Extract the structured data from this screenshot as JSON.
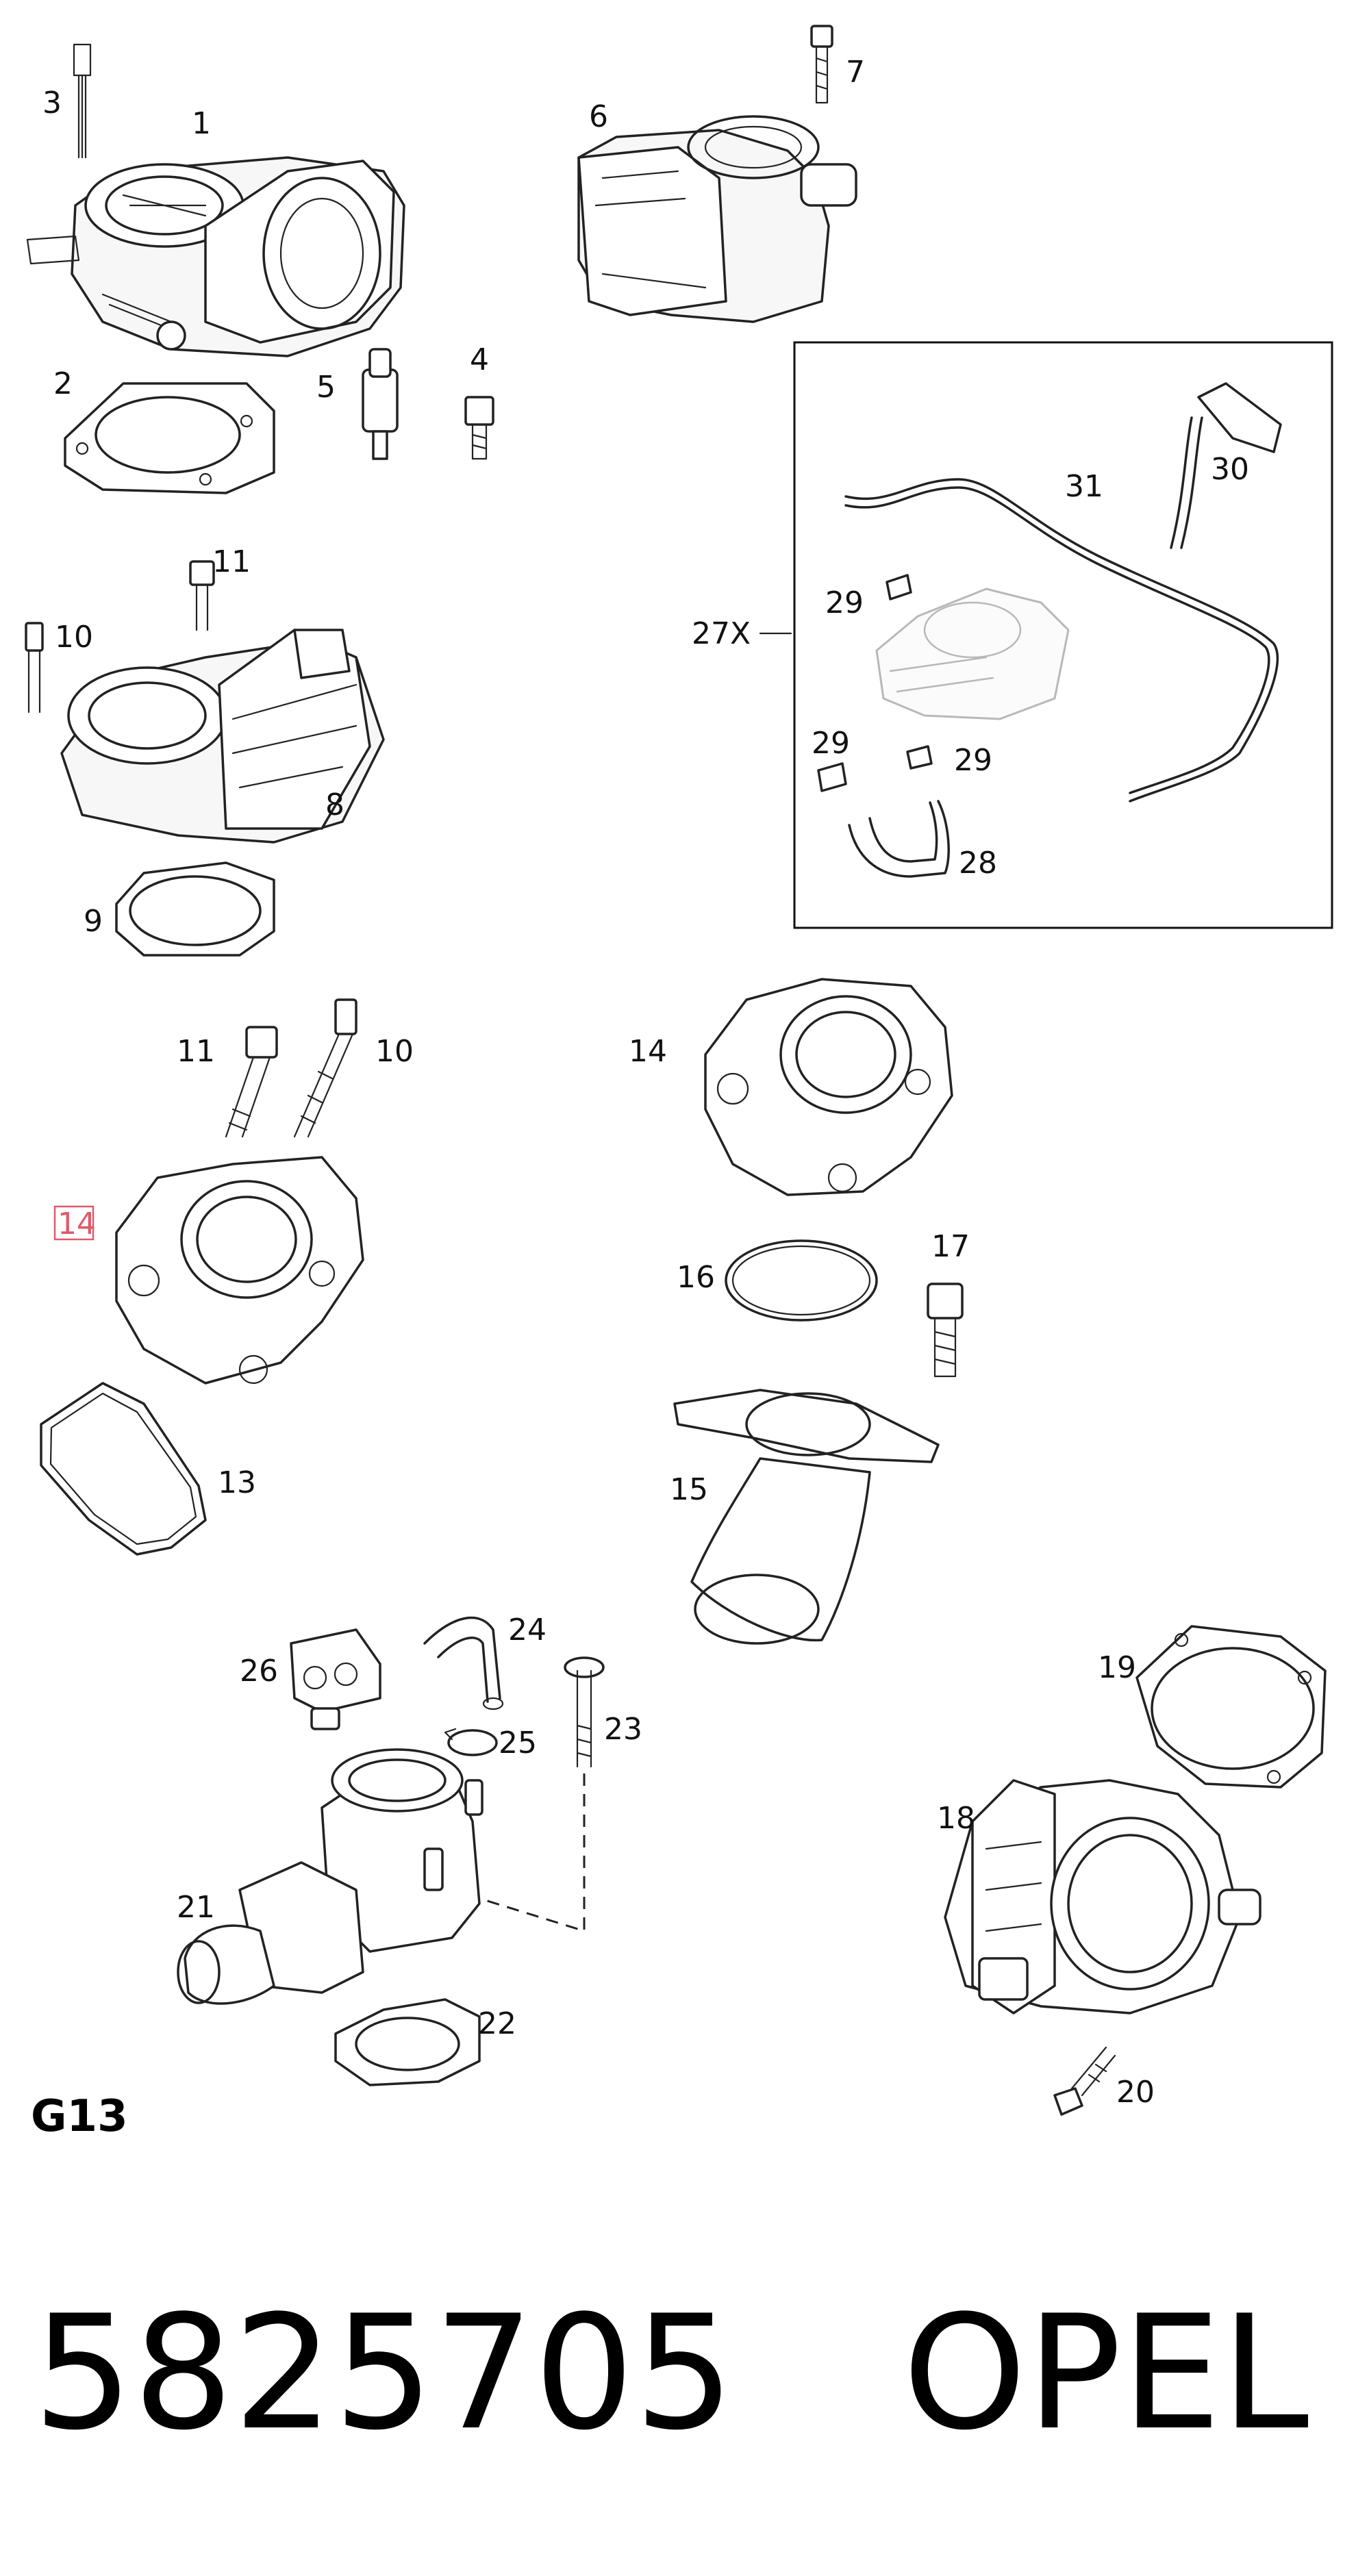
{
  "diagram": {
    "callouts": {
      "c1": "1",
      "c2": "2",
      "c3": "3",
      "c4": "4",
      "c5": "5",
      "c6": "6",
      "c7": "7",
      "c8": "8",
      "c9": "9",
      "c10a": "10",
      "c11a": "11",
      "c10b": "10",
      "c11b": "11",
      "c13": "13",
      "c14a": "14",
      "c14b": "14",
      "c15": "15",
      "c16": "16",
      "c17": "17",
      "c18": "18",
      "c19": "19",
      "c20": "20",
      "c21": "21",
      "c22": "22",
      "c23": "23",
      "c24": "24",
      "c25": "25",
      "c26": "26",
      "c27x": "27X",
      "c28": "28",
      "c29a": "29",
      "c29b": "29",
      "c29c": "29",
      "c30": "30",
      "c31": "31"
    },
    "highlighted_callout": "14",
    "section_code": "G13"
  },
  "footer": {
    "part_number": "5825705",
    "brand": "OPEL"
  },
  "colors": {
    "line": "#222222",
    "highlight": "#e05a6a",
    "ghost_part": "#b8b8b8"
  }
}
